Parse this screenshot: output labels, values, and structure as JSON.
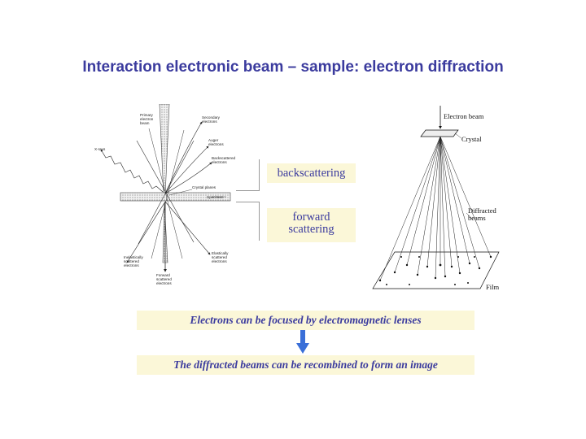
{
  "title": "Interaction electronic beam – sample: electron diffraction",
  "left_diagram": {
    "labels": {
      "secondary": [
        "Secondary",
        "electrons"
      ],
      "primary": [
        "Primary",
        "electron",
        "beam"
      ],
      "xrays": "X-rays",
      "auger": [
        "Auger",
        "electrons"
      ],
      "backscattered": [
        "Backscattered",
        "electrons"
      ],
      "crystal_planes": "Crystal planes",
      "specimen": "Specimen",
      "inelastic": [
        "Inelastically",
        "scattered",
        "electrons"
      ],
      "elastic": [
        "Elastically",
        "scattered",
        "electrons"
      ],
      "forward": [
        "Forward",
        "scattered",
        "electrons"
      ]
    }
  },
  "callouts": {
    "backscattering": "backscattering",
    "forward_line1": "forward",
    "forward_line2": "scattering"
  },
  "right_diagram": {
    "electron_beam": "Electron beam",
    "crystal": "Crystal",
    "diffracted_line1": "Diffracted",
    "diffracted_line2": "beams",
    "film": "Film"
  },
  "boxes": {
    "focus": "Electrons can be focused by electromagnetic lenses",
    "recombine": "The diffracted beams can be recombined to form an image"
  },
  "colors": {
    "title": "#3b3b9e",
    "box_bg": "#fbf7d8",
    "arrow": "#3a6fd8"
  }
}
